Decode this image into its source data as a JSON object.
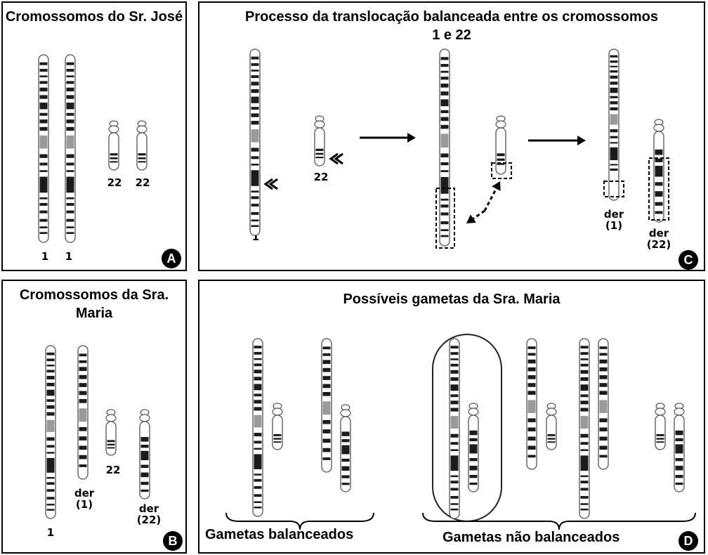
{
  "panels": {
    "a": {
      "title": "Cromossomos do Sr. José",
      "badge": "A",
      "labels": {
        "chr1_left": "1",
        "chr1_right": "1",
        "chr22_left": "22",
        "chr22_right": "22"
      }
    },
    "b": {
      "title": "Cromossomos da Sra. Maria",
      "badge": "B",
      "labels": {
        "chr1": "1",
        "der1_a": "der",
        "der1_b": "(1)",
        "chr22": "22",
        "der22_a": "der",
        "der22_b": "(22)"
      }
    },
    "c": {
      "title": "Processo da translocação balanceada entre os cromossomos 1 e 22",
      "badge": "C",
      "labels": {
        "chr1": "1",
        "chr22": "22",
        "der1_a": "der",
        "der1_b": "(1)",
        "der22_a": "der",
        "der22_b": "(22)"
      }
    },
    "d": {
      "title": "Possíveis gametas da Sra. Maria",
      "badge": "D",
      "balanced_label": "Gametas balanceados",
      "unbalanced_label": "Gametas não balanceados"
    }
  }
}
